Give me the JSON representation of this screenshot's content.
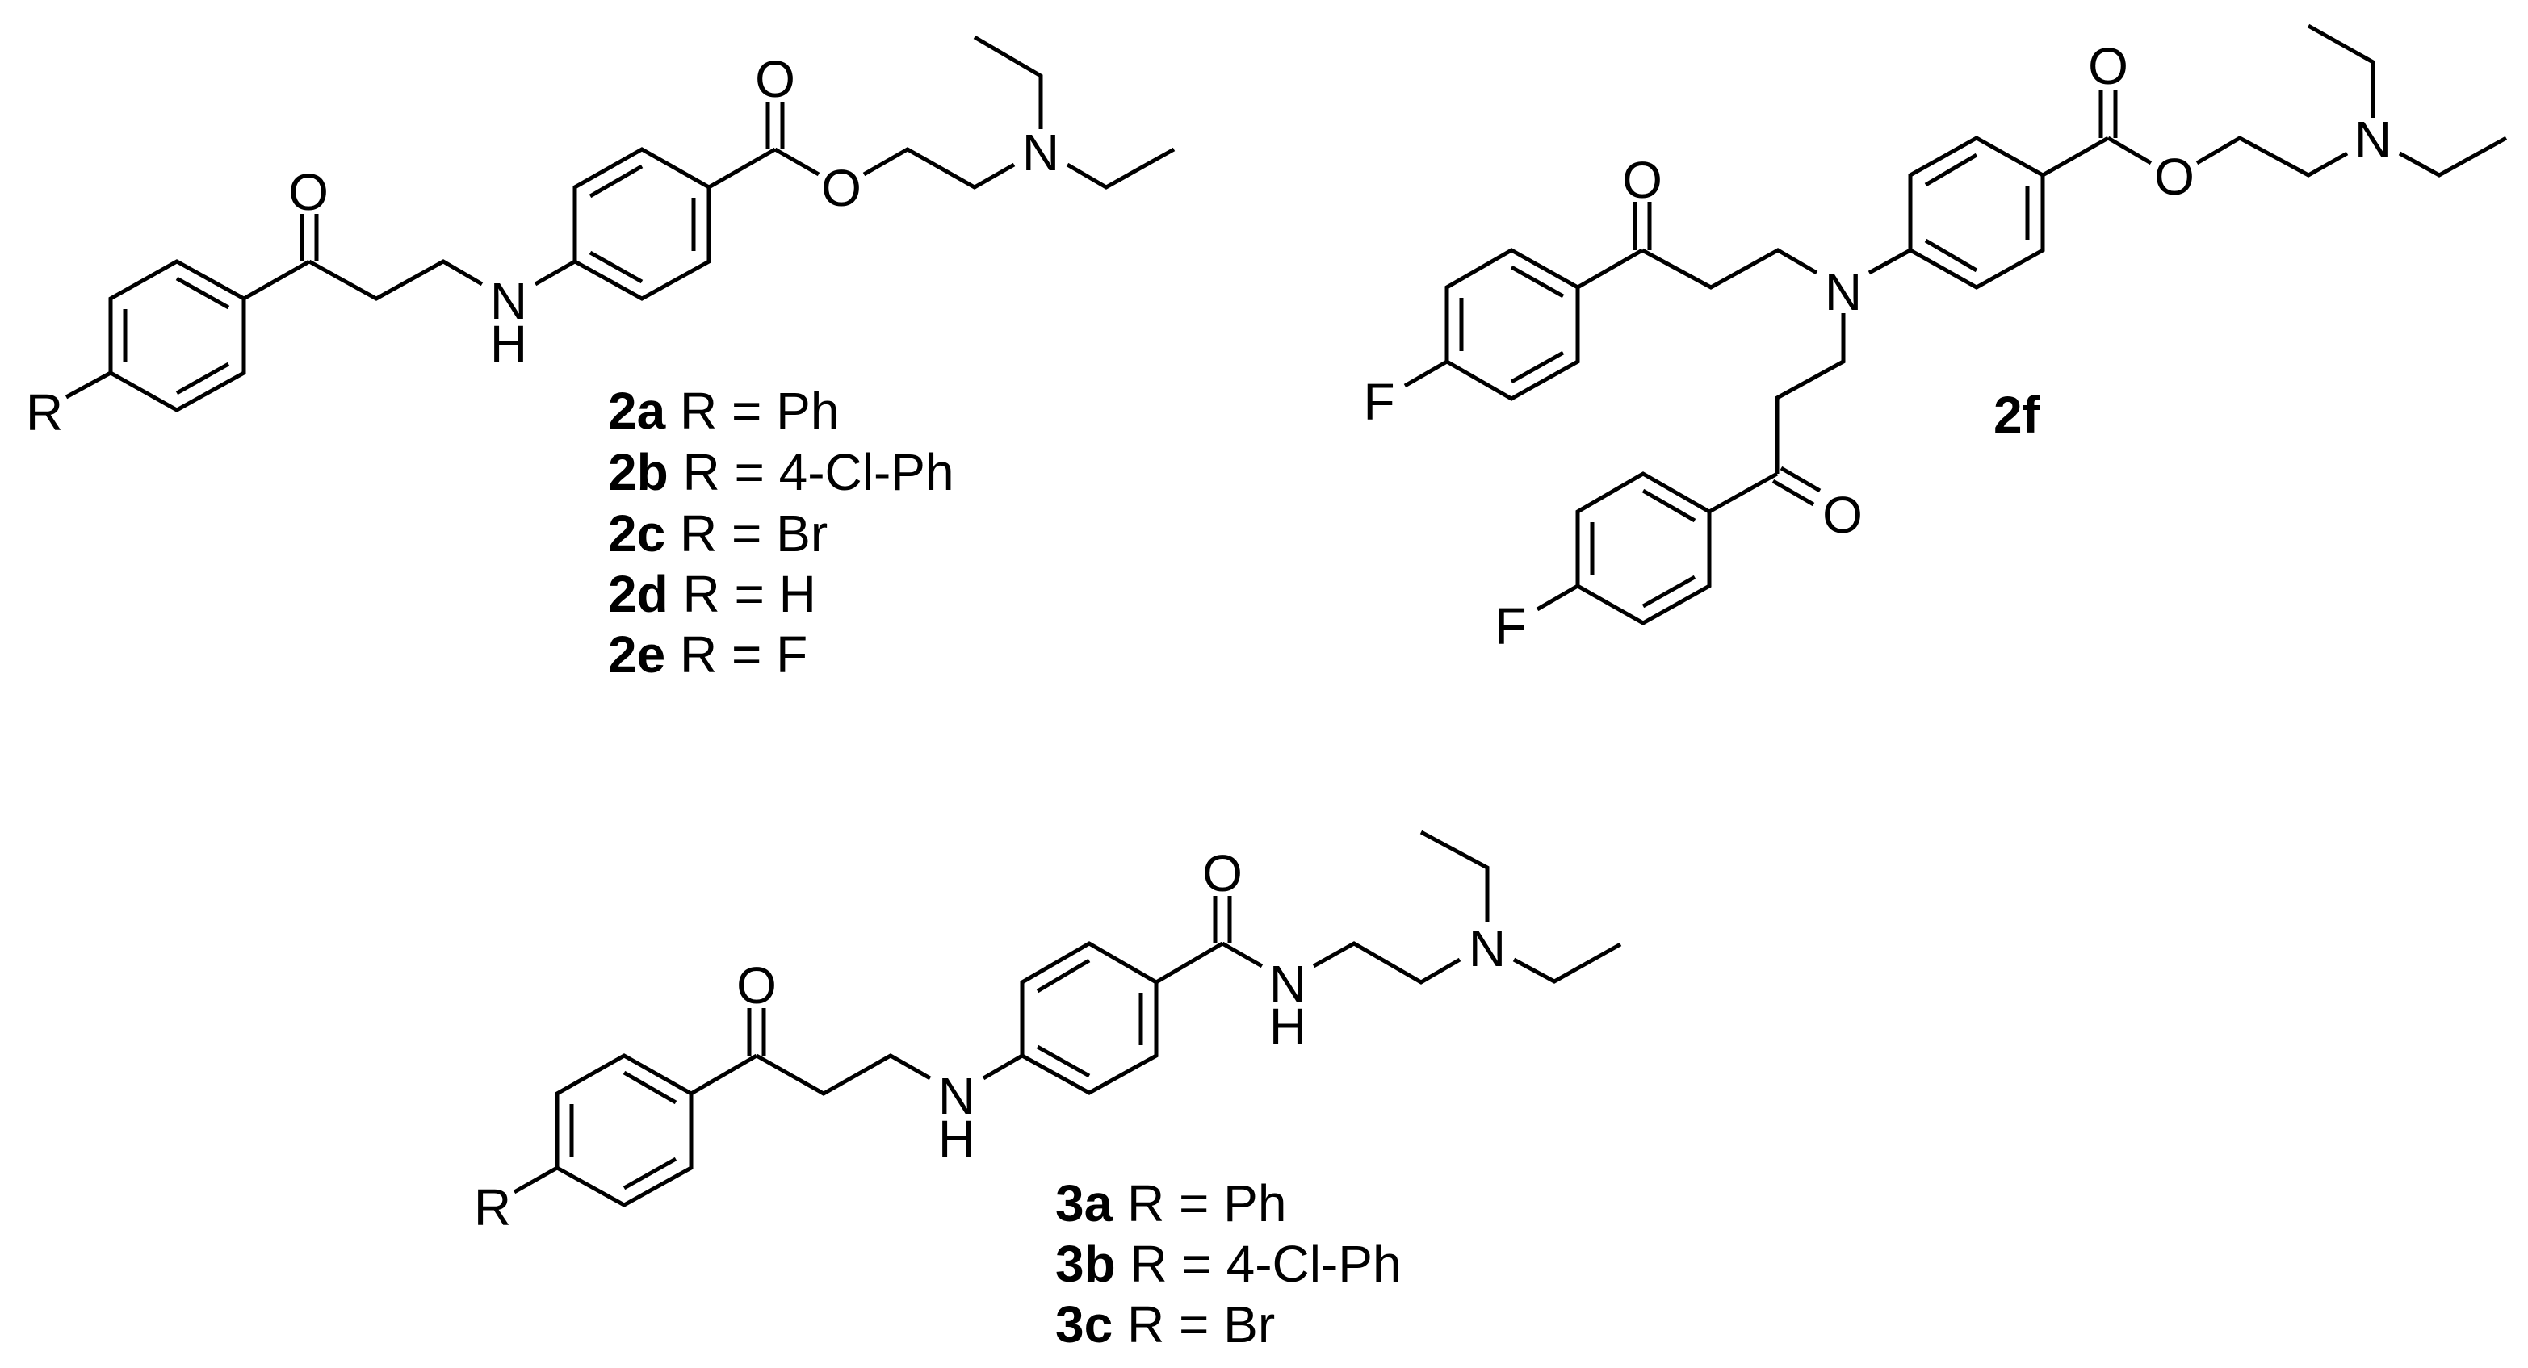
{
  "figure": {
    "background": "#ffffff",
    "ink_color": "#000000",
    "structures": [
      {
        "id": "structure-2a-2e",
        "scaffold": "2-(diethylamino)ethyl 4-[(3-oxo-3-(4-R-phenyl)propyl)amino]benzoate",
        "atom_labels": {
          "r": "R",
          "ketone_o": "O",
          "nh_n": "N",
          "nh_h": "H",
          "ester_carbonyl_o": "O",
          "ester_o": "O",
          "amine_n": "N"
        },
        "substituents": [
          {
            "compound": "2a",
            "text": "R = Ph"
          },
          {
            "compound": "2b",
            "text": "R = 4-Cl-Ph"
          },
          {
            "compound": "2c",
            "text": "R = Br"
          },
          {
            "compound": "2d",
            "text": "R = H"
          },
          {
            "compound": "2e",
            "text": "R = F"
          }
        ]
      },
      {
        "id": "structure-2f",
        "compound": "2f",
        "atom_labels": {
          "f1": "F",
          "ketone1_o": "O",
          "tertiary_n": "N",
          "ketone2_o": "O",
          "f2": "F",
          "ester_carbonyl_o": "O",
          "ester_o": "O",
          "amine_n": "N"
        }
      },
      {
        "id": "structure-3a-3c",
        "scaffold": "N-[2-(diethylamino)ethyl]-4-[(3-oxo-3-(4-R-phenyl)propyl)amino]benzamide",
        "atom_labels": {
          "r": "R",
          "ketone_o": "O",
          "nh_n": "N",
          "nh_h": "H",
          "amide_o": "O",
          "amide_n": "N",
          "amide_h": "H",
          "amine_n": "N"
        },
        "substituents": [
          {
            "compound": "3a",
            "text": "R = Ph"
          },
          {
            "compound": "3b",
            "text": "R = 4-Cl-Ph"
          },
          {
            "compound": "3c",
            "text": "R = Br"
          }
        ]
      }
    ]
  }
}
